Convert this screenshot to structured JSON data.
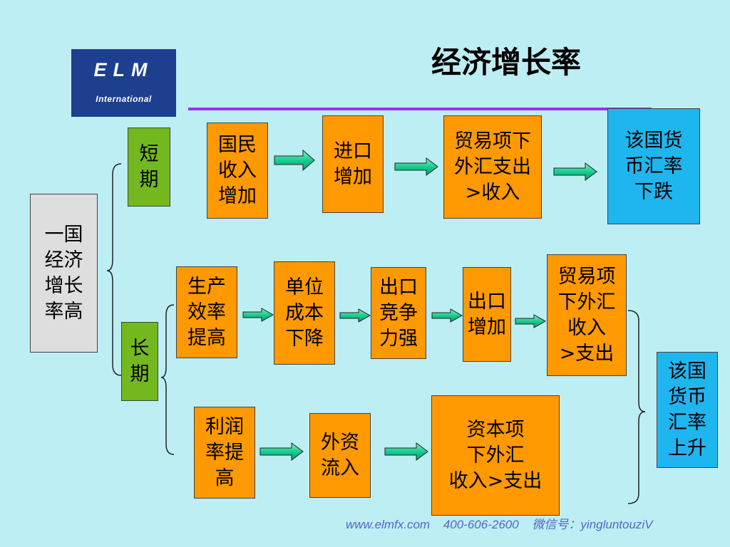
{
  "logo": {
    "brand": "ELM",
    "subtitle": "International"
  },
  "title": "经济增长率",
  "root": "一国\n经济\n增长\n率高",
  "short_term": {
    "label": "短\n期",
    "steps": [
      "国民\n收入\n增加",
      "进口\n增加",
      "贸易项下\n外汇支出\n>收入"
    ],
    "result": "该国货\n币汇率\n下跌"
  },
  "long_term": {
    "label": "长\n期",
    "trade_chain": [
      "生产\n效率\n提高",
      "单位\n成本\n下降",
      "出口\n竞争\n力强",
      "出口\n增加",
      "贸易项\n下外汇\n收入\n>支出"
    ],
    "capital_chain": [
      "利润\n率提\n高",
      "外资\n流入",
      "资本项\n下外汇\n收入>支出"
    ],
    "result": "该国\n货币\n汇率\n上升"
  },
  "footer": {
    "website": "www.elmfx.com",
    "phone": "400-606-2600",
    "wechat": "微信号：yingluntouziV"
  },
  "colors": {
    "background": "#bdeef3",
    "process_box": "#ff9900",
    "term_label": "#73b81f",
    "root_box": "#dedede",
    "result_box": "#1fb6f0",
    "arrow": "#10c98a",
    "title_rule": "#9933ee",
    "logo": "#1c3f8f"
  }
}
